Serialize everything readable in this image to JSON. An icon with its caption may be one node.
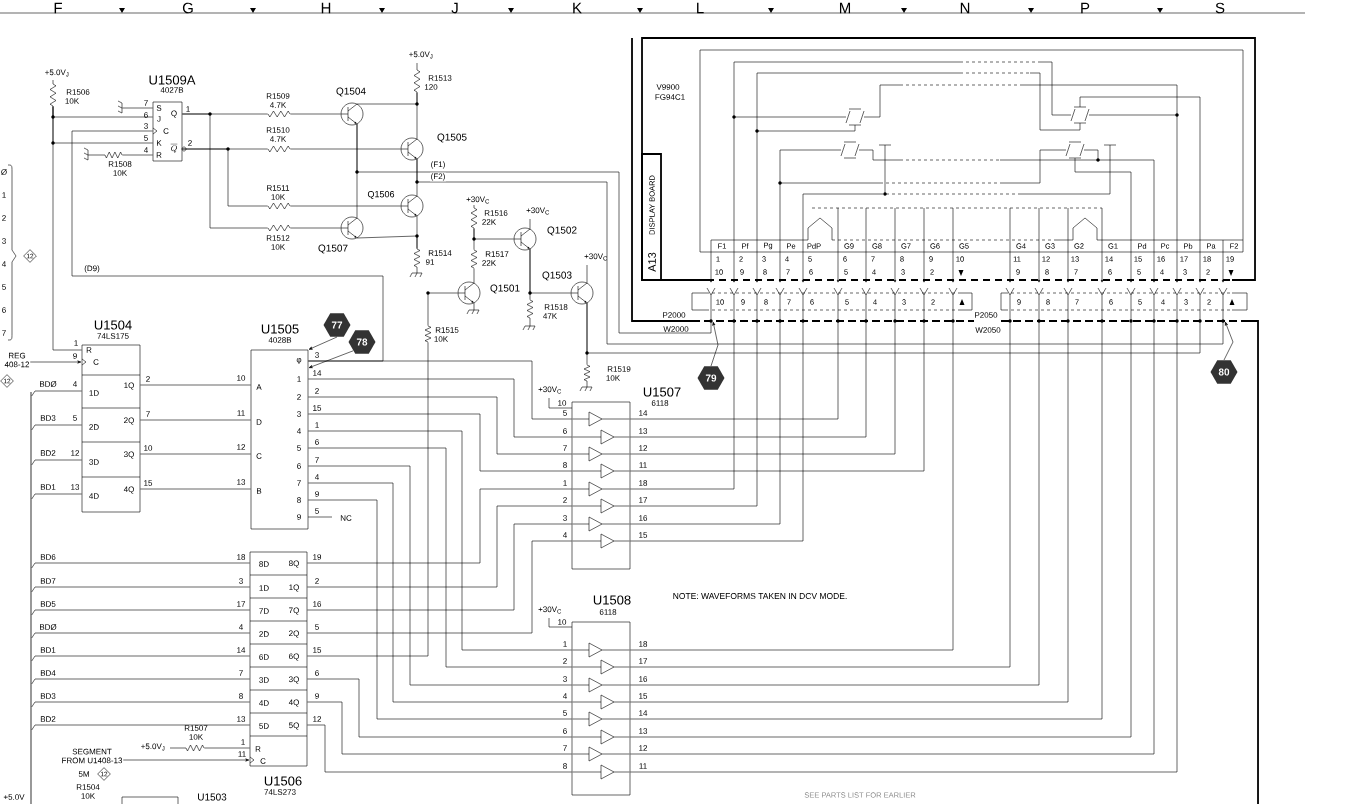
{
  "diagram": {
    "nodes": [
      {
        "text": [
          "U1509A",
          "4027B"
        ]
      },
      {
        "text": [
          "U1504",
          "74LS175"
        ]
      },
      {
        "text": [
          "U1505",
          "4028B"
        ],
        "beside": [
          "NC"
        ]
      },
      {
        "text": [
          "U1506",
          "74LS273"
        ]
      },
      {
        "text": [
          "U1507",
          "6118"
        ],
        "beside": [
          "+30V$_{C}$"
        ]
      },
      {
        "text": [
          "U1508",
          "6118"
        ],
        "beside": [
          "+30V$_{C}$"
        ]
      },
      {
        "text": [
          "A13",
          "DISPLAY BOARD"
        ]
      },
      {
        "text": [],
        "shape": "bar",
        "beside": [
          "P2000",
          "W2000"
        ]
      },
      {
        "text": [],
        "shape": "bar",
        "beside": [
          "P2050",
          "W2050"
        ]
      },
      {
        "text": [
          "77"
        ]
      },
      {
        "text": [
          "78"
        ]
      },
      {
        "text": [
          "79"
        ]
      },
      {
        "text": [
          "80"
        ]
      },
      {
        "text": [],
        "shape": "bar"
      },
      {
        "text": [
          "REG",
          "408-12"
        ]
      },
      {
        "text": [
          "SEGMENT",
          "FROM U1408-13"
        ]
      },
      {
        "text": [],
        "shape": "resistor",
        "beside": [
          "+5.0V$_{J}$",
          "R1506",
          "10K"
        ]
      },
      {
        "text": [],
        "shape": "resistor",
        "beside": [
          "R1508",
          "10K"
        ]
      },
      {
        "text": [],
        "shape": "resistor",
        "beside": [
          "R1509",
          "4.7K"
        ]
      },
      {
        "text": [],
        "shape": "resistor",
        "beside": [
          "R1510",
          "4.7K"
        ]
      },
      {
        "text": [],
        "shape": "resistor",
        "beside": [
          "R1511",
          "10K"
        ]
      },
      {
        "text": [],
        "shape": "resistor",
        "beside": [
          "R1512",
          "10K"
        ]
      },
      {
        "text": [],
        "shape": "transistor",
        "beside": [
          "Q1504"
        ]
      },
      {
        "text": [],
        "shape": "transistor",
        "beside": [
          "Q1505"
        ]
      },
      {
        "text": [],
        "shape": "transistor",
        "beside": [
          "Q1506"
        ]
      },
      {
        "text": [],
        "shape": "transistor",
        "beside": [
          "Q1507"
        ]
      },
      {
        "text": [],
        "shape": "resistor",
        "beside": [
          "+5.0V$_{J}$",
          "R1513",
          "120"
        ]
      },
      {
        "text": [],
        "shape": "resistor",
        "beside": [
          "R1514",
          "91"
        ]
      },
      {
        "text": [],
        "shape": "resistor",
        "beside": [
          "+30V$_{C}$",
          "R1516",
          "22K"
        ]
      },
      {
        "text": [],
        "shape": "transistor",
        "beside": [
          "+30V$_{C}$",
          "Q1502"
        ]
      },
      {
        "text": [],
        "shape": "resistor",
        "beside": [
          "R1517",
          "22K"
        ]
      },
      {
        "text": [],
        "shape": "transistor",
        "beside": [
          "Q1501"
        ]
      },
      {
        "text": [],
        "shape": "transistor",
        "beside": [
          "+30V$_{C}$",
          "Q1503"
        ]
      },
      {
        "text": [],
        "shape": "resistor",
        "beside": [
          "R1518",
          "47K"
        ]
      },
      {
        "text": [],
        "shape": "resistor",
        "beside": [
          "R1515",
          "10K"
        ]
      },
      {
        "text": [],
        "shape": "resistor",
        "beside": [
          "R1519",
          "10K"
        ]
      },
      {
        "text": [],
        "shape": "resistor",
        "beside": [
          "R1507",
          "10K",
          "+5.0V$_{J}$"
        ]
      },
      {
        "text": [],
        "shape": "ground"
      }
    ],
    "edges": [
      {
        "from": 0,
        "to": 2,
        "arrow": "none",
        "label": "(D9)"
      },
      {
        "from": 1,
        "to": 2,
        "arrow": "none"
      },
      {
        "from": 1,
        "to": 2,
        "arrow": "none"
      },
      {
        "from": 1,
        "to": 2,
        "arrow": "none"
      },
      {
        "from": 1,
        "to": 2,
        "arrow": "none"
      },
      {
        "from": 2,
        "to": 4,
        "arrow": "none"
      },
      {
        "from": 2,
        "to": 4,
        "arrow": "none"
      },
      {
        "from": 2,
        "to": 4,
        "arrow": "none"
      },
      {
        "from": 2,
        "to": 4,
        "arrow": "none"
      },
      {
        "from": 2,
        "to": 5,
        "arrow": "none"
      },
      {
        "from": 2,
        "to": 5,
        "arrow": "none"
      },
      {
        "from": 2,
        "to": 5,
        "arrow": "none"
      },
      {
        "from": 2,
        "to": 5,
        "arrow": "none"
      },
      {
        "from": 2,
        "to": 5,
        "arrow": "none"
      },
      {
        "from": 3,
        "to": 4,
        "arrow": "none"
      },
      {
        "from": 3,
        "to": 4,
        "arrow": "none"
      },
      {
        "from": 3,
        "to": 4,
        "arrow": "none"
      },
      {
        "from": 3,
        "to": 4,
        "arrow": "none"
      },
      {
        "from": 3,
        "to": 5,
        "arrow": "none"
      },
      {
        "from": 3,
        "to": 5,
        "arrow": "none"
      },
      {
        "from": 3,
        "to": 5,
        "arrow": "none"
      },
      {
        "from": 4,
        "to": 7,
        "arrow": "none"
      },
      {
        "from": 4,
        "to": 7,
        "arrow": "none"
      },
      {
        "from": 4,
        "to": 7,
        "arrow": "none"
      },
      {
        "from": 4,
        "to": 7,
        "arrow": "none"
      },
      {
        "from": 4,
        "to": 7,
        "arrow": "none"
      },
      {
        "from": 4,
        "to": 7,
        "arrow": "none"
      },
      {
        "from": 4,
        "to": 7,
        "arrow": "none"
      },
      {
        "from": 4,
        "to": 7,
        "arrow": "none"
      },
      {
        "from": 5,
        "to": 7,
        "arrow": "none"
      },
      {
        "from": 5,
        "to": 8,
        "arrow": "none"
      },
      {
        "from": 5,
        "to": 8,
        "arrow": "none"
      },
      {
        "from": 5,
        "to": 8,
        "arrow": "none"
      },
      {
        "from": 5,
        "to": 8,
        "arrow": "none"
      },
      {
        "from": 5,
        "to": 8,
        "arrow": "none"
      },
      {
        "from": 5,
        "to": 8,
        "arrow": "none"
      },
      {
        "from": 5,
        "to": 8,
        "arrow": "none"
      },
      {
        "from": 22,
        "to": 7,
        "arrow": "none",
        "label": "(F1)"
      },
      {
        "from": 23,
        "to": 8,
        "arrow": "none",
        "label": "(F2)"
      },
      {
        "from": 32,
        "to": 8,
        "arrow": "none"
      },
      {
        "from": 9,
        "to": 2,
        "arrow": "to"
      },
      {
        "from": 10,
        "to": 2,
        "arrow": "to"
      },
      {
        "from": 11,
        "to": 7,
        "arrow": "to"
      },
      {
        "from": 12,
        "to": 8,
        "arrow": "to"
      },
      {
        "from": 13,
        "to": 1,
        "arrow": "none",
        "label": "BDØ"
      },
      {
        "from": 13,
        "to": 1,
        "arrow": "none",
        "label": "BD3"
      },
      {
        "from": 13,
        "to": 1,
        "arrow": "none",
        "label": "BD2"
      },
      {
        "from": 13,
        "to": 1,
        "arrow": "none",
        "label": "BD1"
      },
      {
        "from": 13,
        "to": 3,
        "arrow": "none",
        "label": "BD6"
      },
      {
        "from": 13,
        "to": 3,
        "arrow": "none",
        "label": "BD7"
      },
      {
        "from": 13,
        "to": 3,
        "arrow": "none",
        "label": "BD5"
      },
      {
        "from": 13,
        "to": 3,
        "arrow": "none",
        "label": "BDØ"
      },
      {
        "from": 13,
        "to": 3,
        "arrow": "none",
        "label": "BD1"
      },
      {
        "from": 13,
        "to": 3,
        "arrow": "none",
        "label": "BD4"
      },
      {
        "from": 13,
        "to": 3,
        "arrow": "none",
        "label": "BD3"
      },
      {
        "from": 13,
        "to": 3,
        "arrow": "none",
        "label": "BD2"
      },
      {
        "from": 14,
        "to": 1,
        "arrow": "to"
      },
      {
        "from": 15,
        "to": 3,
        "arrow": "to"
      },
      {
        "from": 16,
        "to": 0,
        "arrow": "none"
      },
      {
        "from": 16,
        "to": 0,
        "arrow": "none"
      },
      {
        "from": 16,
        "to": 1,
        "arrow": "none"
      },
      {
        "from": 37,
        "to": 0,
        "arrow": "none"
      },
      {
        "from": 17,
        "to": 0,
        "arrow": "none"
      },
      {
        "from": 0,
        "to": 18,
        "arrow": "none"
      },
      {
        "from": 0,
        "to": 21,
        "arrow": "none"
      },
      {
        "from": 0,
        "to": 19,
        "arrow": "none"
      },
      {
        "from": 0,
        "to": 20,
        "arrow": "none"
      },
      {
        "from": 18,
        "to": 22,
        "arrow": "none"
      },
      {
        "from": 21,
        "to": 25,
        "arrow": "none"
      },
      {
        "from": 19,
        "to": 23,
        "arrow": "none"
      },
      {
        "from": 20,
        "to": 24,
        "arrow": "none"
      },
      {
        "from": 26,
        "to": 22,
        "arrow": "none"
      },
      {
        "from": 26,
        "to": 23,
        "arrow": "none"
      },
      {
        "from": 22,
        "to": 25,
        "arrow": "none"
      },
      {
        "from": 23,
        "to": 24,
        "arrow": "none"
      },
      {
        "from": 24,
        "to": 27,
        "arrow": "none"
      },
      {
        "from": 25,
        "to": 27,
        "arrow": "none"
      },
      {
        "from": 28,
        "to": 30,
        "arrow": "none"
      },
      {
        "from": 28,
        "to": 29,
        "arrow": "none"
      },
      {
        "from": 30,
        "to": 31,
        "arrow": "none"
      },
      {
        "from": 29,
        "to": 32,
        "arrow": "none"
      },
      {
        "from": 29,
        "to": 33,
        "arrow": "none"
      },
      {
        "from": 32,
        "to": 35,
        "arrow": "none"
      },
      {
        "from": 34,
        "to": 31,
        "arrow": "none"
      },
      {
        "from": 3,
        "to": 34,
        "arrow": "none"
      },
      {
        "from": 36,
        "to": 3,
        "arrow": "none"
      }
    ],
    "labels": [
      "F",
      "G",
      "H",
      "J",
      "K",
      "L",
      "M",
      "N",
      "P",
      "S",
      "Ø",
      "1",
      "2",
      "3",
      "4",
      "5",
      "6",
      "7",
      "12",
      "12",
      "7",
      "6",
      "3",
      "5",
      "4",
      "S",
      "J",
      "C",
      "K",
      "R",
      "Q",
      "\\overline{Q}",
      "1",
      "2",
      "1",
      "9",
      "R",
      "C",
      "4",
      "1D",
      "1Q",
      "2",
      "5",
      "2D",
      "2Q",
      "7",
      "12",
      "3D",
      "3Q",
      "10",
      "13",
      "4D",
      "4Q",
      "15",
      "10",
      "A",
      "11",
      "D",
      "12",
      "C",
      "13",
      "B",
      "φ",
      "1",
      "2",
      "3",
      "4",
      "5",
      "6",
      "7",
      "8",
      "9",
      "3",
      "14",
      "2",
      "15",
      "1",
      "6",
      "7",
      "4",
      "9",
      "5",
      "18",
      "3",
      "17",
      "4",
      "14",
      "7",
      "8",
      "13",
      "8D",
      "1D",
      "7D",
      "2D",
      "6D",
      "3D",
      "4D",
      "5D",
      "8Q",
      "1Q",
      "7Q",
      "2Q",
      "6Q",
      "3Q",
      "4Q",
      "5Q",
      "19",
      "2",
      "16",
      "5",
      "15",
      "6",
      "9",
      "12",
      "1",
      "R",
      "11",
      "C",
      "5M",
      "12",
      "R1504",
      "+5.0V",
      "10K",
      "U1503",
      "10",
      "5",
      "6",
      "7",
      "8",
      "1",
      "2",
      "3",
      "4",
      "14",
      "13",
      "12",
      "11",
      "18",
      "17",
      "16",
      "15",
      "10",
      "1",
      "2",
      "3",
      "4",
      "5",
      "6",
      "7",
      "8",
      "18",
      "17",
      "16",
      "15",
      "14",
      "13",
      "12",
      "11",
      "NOTE: WAVEFORMS TAKEN IN DCV MODE.",
      "V9900",
      "FG94C1",
      "F1",
      "Pf",
      "Pg",
      "Pe",
      "PdP",
      "G9",
      "G8",
      "G7",
      "G6",
      "G5",
      "G4",
      "G3",
      "G2",
      "G1",
      "Pd",
      "Pc",
      "Pb",
      "Pa",
      "F2",
      "1",
      "2",
      "3",
      "4",
      "5",
      "6",
      "7",
      "8",
      "9",
      "10",
      "11",
      "12",
      "13",
      "14",
      "15",
      "16",
      "17",
      "18",
      "19",
      "10",
      "9",
      "8",
      "7",
      "6",
      "5",
      "4",
      "3",
      "2",
      "9",
      "8",
      "7",
      "6",
      "5",
      "4",
      "3",
      "2",
      "10",
      "9",
      "8",
      "7",
      "6",
      "5",
      "4",
      "3",
      "2",
      "9",
      "8",
      "7",
      "6",
      "5",
      "4",
      "3",
      "2",
      "SEE PARTS LIST FOR EARLIER"
    ]
  }
}
